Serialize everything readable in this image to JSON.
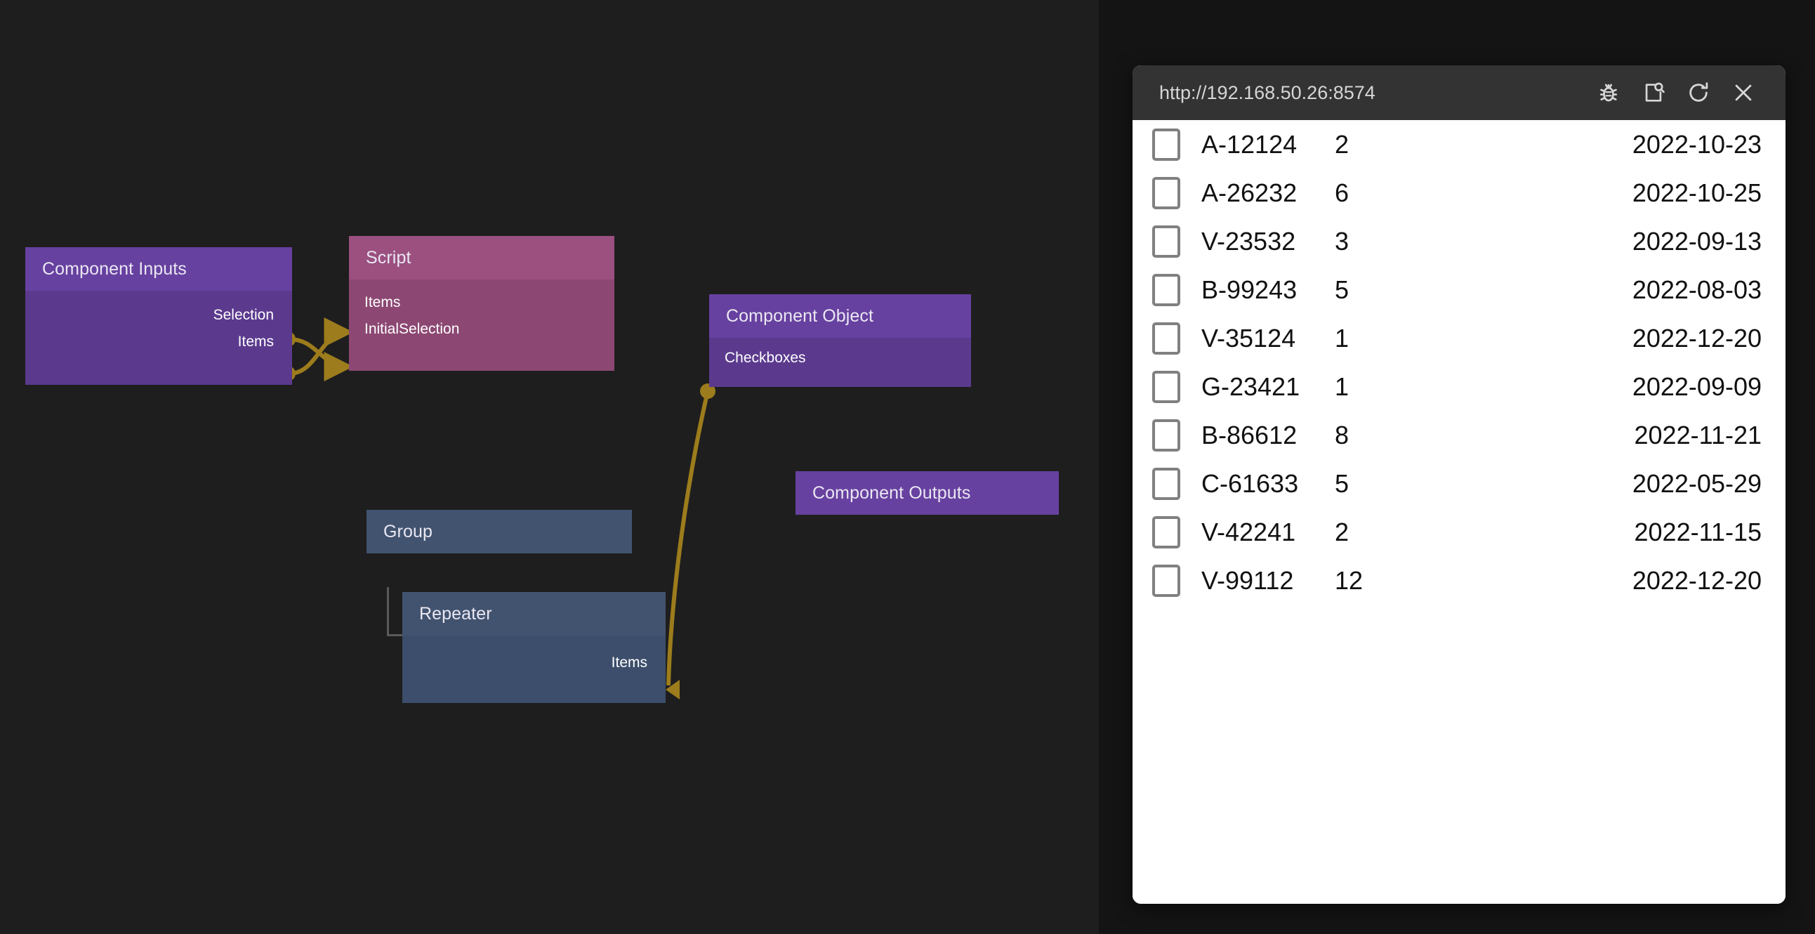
{
  "canvas": {
    "background_color": "#1e1e1e",
    "edge_color": "#9c7c1c",
    "nodes": [
      {
        "id": "component-inputs",
        "title": "Component Inputs",
        "color": "#6741a0",
        "outputs": [
          "Selection",
          "Items"
        ]
      },
      {
        "id": "script",
        "title": "Script",
        "color": "#9b5080",
        "inputs": [
          "Items",
          "InitialSelection"
        ]
      },
      {
        "id": "component-object",
        "title": "Component Object",
        "color": "#6741a0",
        "outputs": [
          "Checkboxes"
        ]
      },
      {
        "id": "component-outputs",
        "title": "Component Outputs",
        "color": "#6741a0"
      },
      {
        "id": "group",
        "title": "Group",
        "color": "#41536f"
      },
      {
        "id": "repeater",
        "title": "Repeater",
        "color": "#41536f",
        "inputs": [
          "Items"
        ]
      }
    ],
    "node_titles": {
      "component_inputs": "Component Inputs",
      "script": "Script",
      "component_object": "Component Object",
      "component_outputs": "Component Outputs",
      "group": "Group",
      "repeater": "Repeater"
    },
    "ports": {
      "ci_selection": "Selection",
      "ci_items": "Items",
      "script_items": "Items",
      "script_initialselection": "InitialSelection",
      "co_checkboxes": "Checkboxes",
      "rep_items": "Items"
    }
  },
  "popup": {
    "url": "http://192.168.50.26:8574",
    "header_color": "#333333",
    "icons": [
      {
        "name": "bug-icon",
        "title": "Debug"
      },
      {
        "name": "view-source-icon",
        "title": "Inspect"
      },
      {
        "name": "reload-icon",
        "title": "Reload"
      },
      {
        "name": "close-icon",
        "title": "Close"
      }
    ],
    "table": {
      "rows": [
        {
          "checked": false,
          "id": "A-12124",
          "qty": "2",
          "date": "2022-10-23"
        },
        {
          "checked": false,
          "id": "A-26232",
          "qty": "6",
          "date": "2022-10-25"
        },
        {
          "checked": false,
          "id": "V-23532",
          "qty": "3",
          "date": "2022-09-13"
        },
        {
          "checked": false,
          "id": "B-99243",
          "qty": "5",
          "date": "2022-08-03"
        },
        {
          "checked": false,
          "id": "V-35124",
          "qty": "1",
          "date": "2022-12-20"
        },
        {
          "checked": false,
          "id": "G-23421",
          "qty": "1",
          "date": "2022-09-09"
        },
        {
          "checked": false,
          "id": "B-86612",
          "qty": "8",
          "date": "2022-11-21"
        },
        {
          "checked": false,
          "id": "C-61633",
          "qty": "5",
          "date": "2022-05-29"
        },
        {
          "checked": false,
          "id": "V-42241",
          "qty": "2",
          "date": "2022-11-15"
        },
        {
          "checked": false,
          "id": "V-99112",
          "qty": "12",
          "date": "2022-12-20"
        }
      ]
    }
  }
}
